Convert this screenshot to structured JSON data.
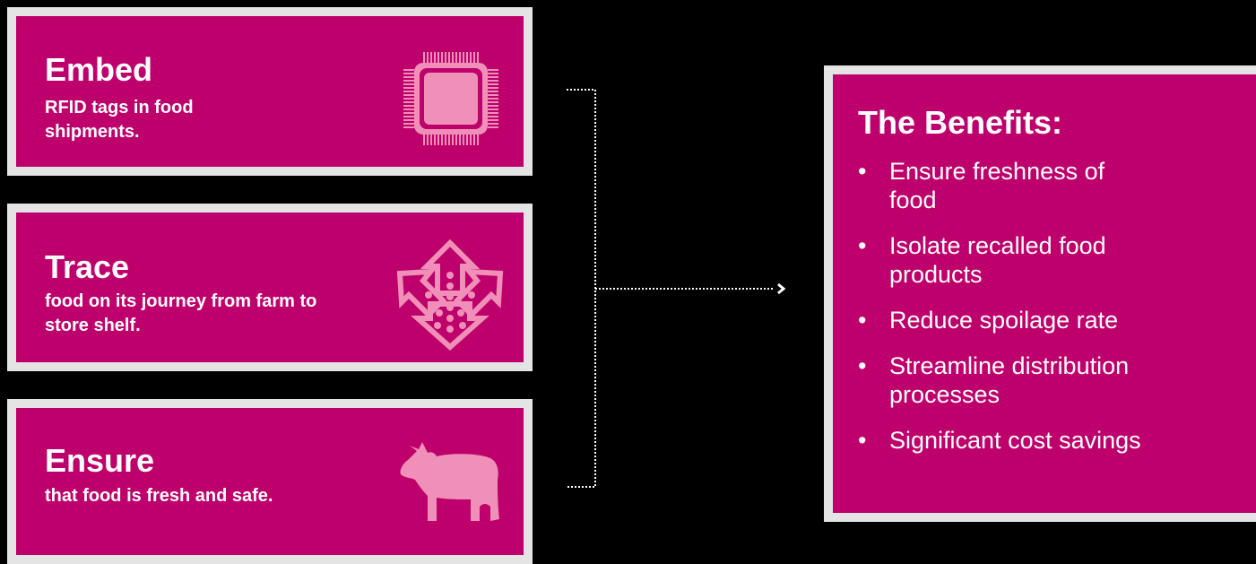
{
  "cards": [
    {
      "title": "Embed",
      "description": "RFID tags in food shipments.",
      "icon": "microchip-icon"
    },
    {
      "title": "Trace",
      "description": "food on its journey from farm to store shelf.",
      "icon": "arrows-icon"
    },
    {
      "title": "Ensure",
      "description": "that food is fresh and safe.",
      "icon": "cow-icon"
    }
  ],
  "benefits": {
    "title": "The Benefits:",
    "items": [
      "Ensure freshness of food",
      "Isolate recalled food products",
      "Reduce spoilage rate",
      "Streamline distribution processes",
      "Significant cost savings"
    ]
  },
  "colors": {
    "card_fill": "#bd006b",
    "card_border": "#e4e4e4",
    "icon_pink": "#f08fb8",
    "background": "#000000",
    "text": "#ffffff"
  }
}
